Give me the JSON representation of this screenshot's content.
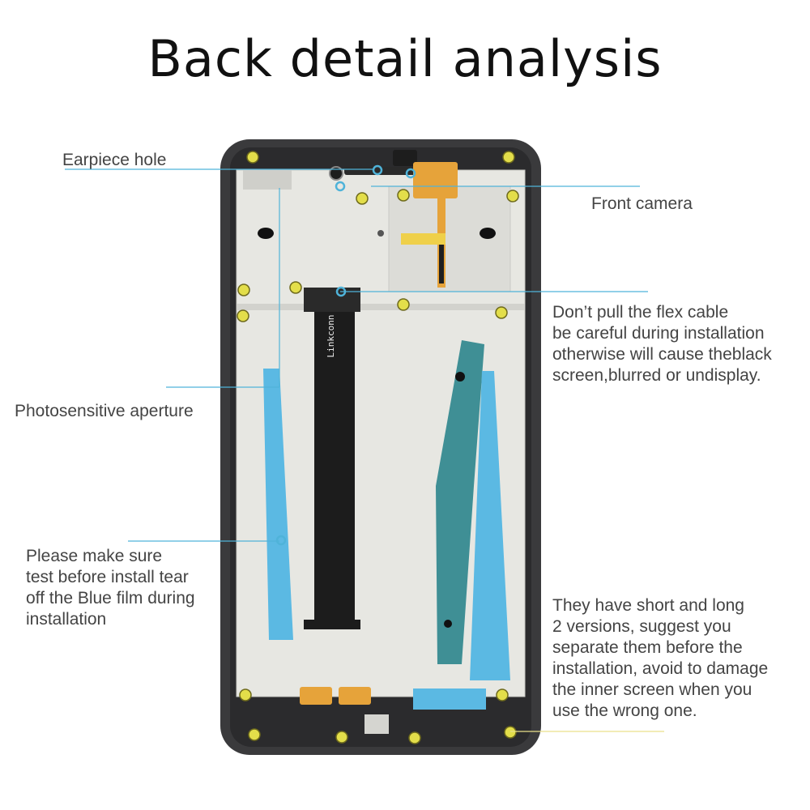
{
  "title": "Back detail analysis",
  "annotations": {
    "earpiece": "Earpiece hole",
    "front_camera": "Front camera",
    "flex_cable": [
      "Don’t pull the flex cable",
      "be careful during installation",
      "otherwise will cause theblack",
      "screen,blurred or undisplay."
    ],
    "aperture": "Photosensitive aperture",
    "blue_film": [
      "Please make sure",
      "test before install tear",
      "off the Blue film during",
      "installation"
    ],
    "versions": [
      "They have short and long",
      "2 versions, suggest you",
      "separate them before the",
      "installation, avoid to damage",
      "the inner screen when you",
      "use the wrong one."
    ]
  },
  "flex_text": "Linkconn",
  "colors": {
    "pointer_blue": "#4fb3d9",
    "pointer_yellow": "#e9e08a",
    "frame": "#3a3a3c",
    "plate": "#e7e7e2",
    "blue_film": "#5bb9e3",
    "teal_flex": "#3f8f95",
    "black_flex": "#1c1c1c",
    "orange_flex": "#e6a33a"
  }
}
